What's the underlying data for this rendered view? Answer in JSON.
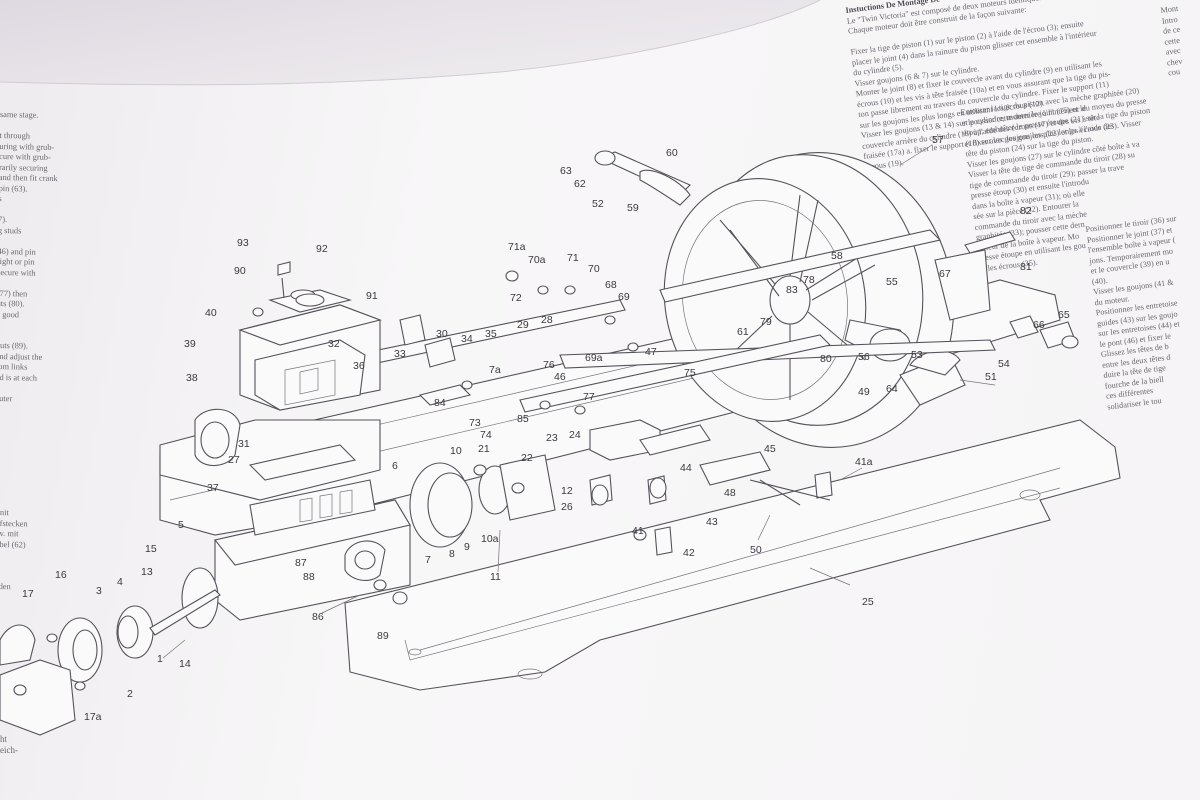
{
  "left_column": {
    "upper_lines": [
      "same stage.",
      "",
      "t through",
      "uring with grub-",
      "cure with grub-",
      "rarily securing",
      "and then fit crank",
      "pin (63).",
      "s",
      "",
      "7).",
      "g studs",
      "",
      "46) and pin",
      "tight or pin",
      "secure with",
      "",
      "(77) then",
      "uts (80).",
      "a good",
      "",
      "",
      "nuts (89).",
      "and adjust the",
      "rom links",
      "od is at each",
      "",
      "outer"
    ],
    "lower_lines": [
      "nit",
      "fstecken",
      "v. mit",
      "bel (62)",
      "",
      "",
      "",
      "den"
    ],
    "bottom_lines": [
      "ht",
      "eich-"
    ]
  },
  "right_text": {
    "heading": "Instuctions De Montage De",
    "column1": [
      "Le \"Twin Victoria\" est composé de deux moteurs identiques.",
      "Chaque moteur doit être construit de la façon suivante:",
      "",
      "Fixer la tige de piston (1) sur le piston (2) à l'aide de l'écrou (3); ensuite",
      "placer le joint (4) dans la rainure du piston glisser cet ensemble à l'intérieur",
      "du cylindre (5).",
      "Visser goujons (6 & 7) sur le cylindre.",
      "Monter le joint (8) et fixer le couvercle avant du cylindre (9) en utilisant les",
      "écrous (10) et les vis à tête fraisée (10a) et en vous assurant que la tige du pis-",
      "ton passe librement au travers du couvercle du cylindre. Fixer le support (11)",
      "sur les goujons les plus longs en utilisant les écrous (12).",
      "Visser les goujons (13 & 14) sur le cylindre, monter le joint (15) et le",
      "couvercle arrière du cylindre (16) à l'aide des écrous (17) et des vis à tête",
      "fraisée (17a) a. fixer le support (18) sur les goujons les plus longs à l'aide des",
      "écrous (19)."
    ],
    "column2": [
      "Entourer la tige du piston avec la mèche graphitée (20)",
      "et pousser cette dernière à l'intérieur du moyeu du presse",
      "étoup; emboîter le presse étoupe (21) sur la tige du piston",
      "et fixer avec les goujons (22) et les écrous (23). Visser",
      "tête du piston (24) sur la tige du piston.",
      "Visser les goujons (27) sur le cylindre côté boîte à va",
      "Visser la tête de tige de commande du tiroir (28) su",
      "tige de commande du tiroir (29); passer la trave",
      "presse étoup (30) et ensuite l'introdu",
      "dans la boîte à vapeur (31); où elle",
      "sée sur la pièce (32). Entourer la",
      "commande du tiroir avec la mèche",
      "graphitée (33); pousser cette dern",
      "térieur de la boîte à vapeur. Mo",
      "presse étoupe en utilisant les gou",
      "et les écrous (35)."
    ],
    "column3": [
      "Positionner le tiroir (36) sur",
      "Positionner le joint (37) et",
      "l'ensemble boîte à vapeur (",
      "jons. Temporairement mo",
      "et le couvercle (39) en u",
      "(40).",
      "Visser les goujons (41 &",
      "du moteur.",
      "Positionner les entretoise",
      "guides (43) sur les goujo",
      "sur les entretoises (44) et",
      "le pont (46) et fixer le",
      "Glissez les têtes de b",
      "entre les deux têtes d",
      "duire la tête de tige",
      "fourche de la biell",
      "ces différentes",
      "solidariser le tou"
    ],
    "edge": [
      "Mont",
      "Intro",
      "de ce",
      "cette",
      "avec",
      "chev",
      "cou"
    ]
  },
  "diagram": {
    "part_labels": [
      "1",
      "2",
      "3",
      "4",
      "5",
      "6",
      "7",
      "8",
      "9",
      "10",
      "10a",
      "11",
      "12",
      "13",
      "14",
      "15",
      "16",
      "17",
      "17a",
      "21",
      "22",
      "23",
      "24",
      "25",
      "26",
      "27",
      "28",
      "29",
      "30",
      "31",
      "32",
      "33",
      "34",
      "35",
      "36",
      "37",
      "38",
      "39",
      "40",
      "41",
      "41a",
      "42",
      "43",
      "44",
      "45",
      "46",
      "47",
      "48",
      "49",
      "50",
      "51",
      "52",
      "53",
      "54",
      "55",
      "56",
      "57",
      "58",
      "59",
      "60",
      "61",
      "62",
      "63",
      "64",
      "65",
      "66",
      "67",
      "68",
      "69",
      "69a",
      "70",
      "70a",
      "71",
      "71a",
      "72",
      "73",
      "74",
      "75",
      "76",
      "77",
      "78",
      "79",
      "80",
      "81",
      "82",
      "83",
      "84",
      "85",
      "86",
      "87",
      "88",
      "89",
      "90",
      "91",
      "92",
      "93",
      "7a"
    ]
  }
}
